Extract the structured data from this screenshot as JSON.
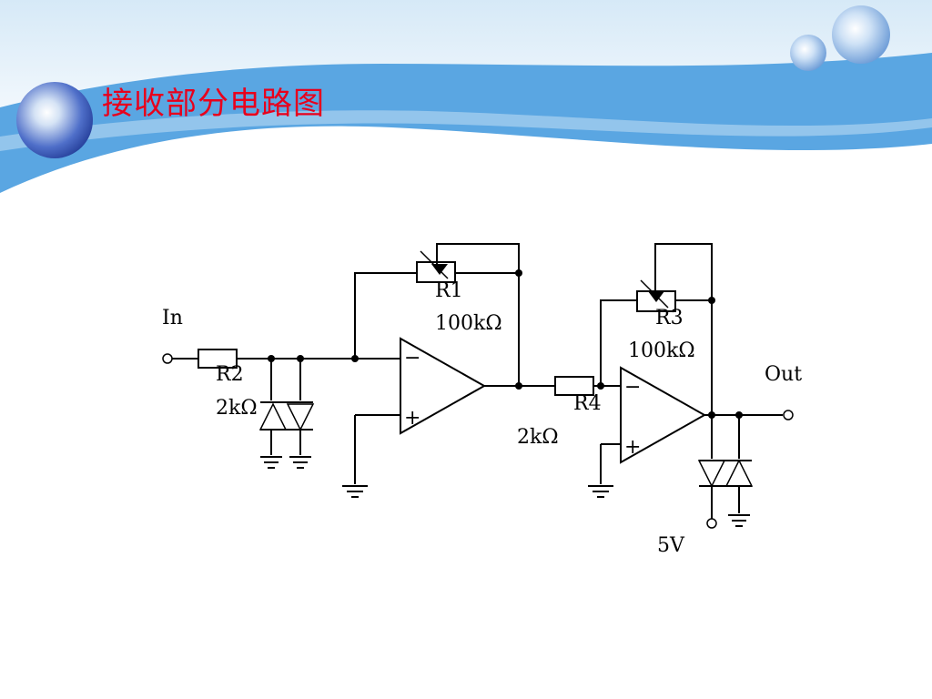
{
  "slide": {
    "title": "接收部分电路图",
    "title_color": "#e8001c",
    "banner_color": "#5aa6e2"
  },
  "diagram": {
    "labels": {
      "in": "In",
      "out": "Out",
      "r1": "R1",
      "r1_value": "100kΩ",
      "r2": "R2",
      "r2_value": "2kΩ",
      "r3": "R3",
      "r3_value": "100kΩ",
      "r4": "R4",
      "r4_value": "2kΩ",
      "supply": "5V",
      "minus_sign": "−",
      "plus_sign": "+"
    }
  }
}
